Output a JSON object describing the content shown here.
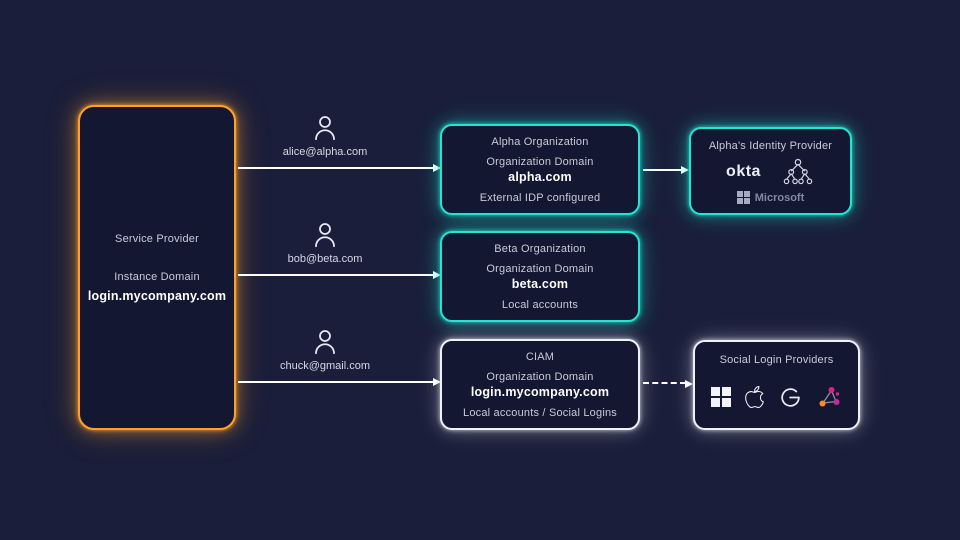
{
  "colors": {
    "background": "#1a1e3a",
    "box_fill": "#131732",
    "accent_orange": "#ffa128",
    "accent_teal": "#22e5d2",
    "accent_white": "#eef1fa",
    "text_muted": "#c7cbd8",
    "text_bright": "#ffffff"
  },
  "service_provider": {
    "title": "Service Provider",
    "domain_label": "Instance Domain",
    "domain": "login.mycompany.com"
  },
  "users": [
    {
      "email": "alice@alpha.com"
    },
    {
      "email": "bob@beta.com"
    },
    {
      "email": "chuck@gmail.com"
    }
  ],
  "organizations": [
    {
      "title": "Alpha Organization",
      "domain_label": "Organization Domain",
      "domain": "alpha.com",
      "note": "External IDP configured",
      "accent": "teal"
    },
    {
      "title": "Beta Organization",
      "domain_label": "Organization Domain",
      "domain": "beta.com",
      "note": "Local accounts",
      "accent": "teal"
    },
    {
      "title": "CIAM",
      "domain_label": "Organization Domain",
      "domain": "login.mycompany.com",
      "note": "Local accounts / Social Logins",
      "accent": "white"
    }
  ],
  "identity_provider": {
    "title": "Alpha's Identity Provider",
    "okta_label": "okta",
    "microsoft_label": "Microsoft",
    "icons": [
      "okta-logo",
      "directory-icon",
      "microsoft-logo"
    ]
  },
  "social_providers": {
    "title": "Social Login Providers",
    "icons": [
      "windows-icon",
      "apple-icon",
      "google-icon",
      "social-network-icon"
    ]
  },
  "connections": [
    {
      "from": "Service Provider",
      "to": "Alpha Organization",
      "via": "alice@alpha.com",
      "style": "solid"
    },
    {
      "from": "Service Provider",
      "to": "Beta Organization",
      "via": "bob@beta.com",
      "style": "solid"
    },
    {
      "from": "Service Provider",
      "to": "CIAM",
      "via": "chuck@gmail.com",
      "style": "solid"
    },
    {
      "from": "Alpha Organization",
      "to": "Alpha's Identity Provider",
      "style": "solid"
    },
    {
      "from": "CIAM",
      "to": "Social Login Providers",
      "style": "dashed"
    }
  ]
}
